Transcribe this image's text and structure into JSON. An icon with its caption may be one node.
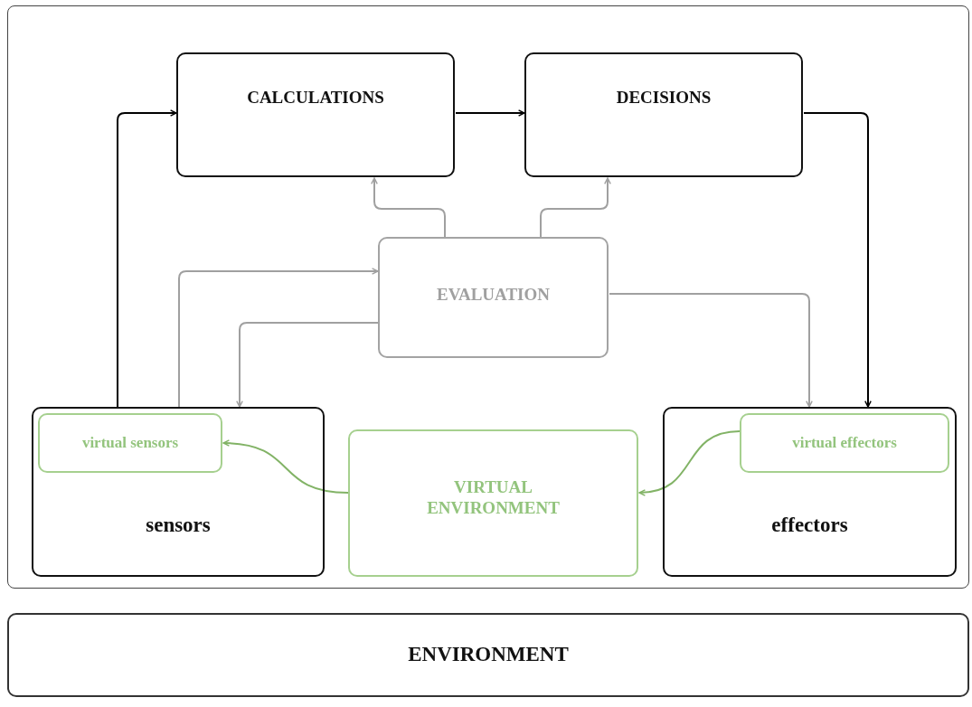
{
  "diagram": {
    "nodes": [
      {
        "text": [],
        "shape": "box"
      },
      {
        "text": [
          "CALCULATIONS"
        ],
        "in": 0
      },
      {
        "text": [
          "DECISIONS"
        ],
        "in": 0
      },
      {
        "text": [
          "EVALUATION"
        ],
        "in": 0
      },
      {
        "text": [
          "sensors"
        ],
        "in": 0
      },
      {
        "text": [
          "virtual sensors"
        ],
        "in": 4
      },
      {
        "text": [
          "VIRTUAL ENVIRONMENT"
        ],
        "in": 0
      },
      {
        "text": [
          "effectors"
        ],
        "in": 0
      },
      {
        "text": [
          "virtual effectors"
        ],
        "in": 7
      },
      {
        "text": [
          "ENVIRONMENT"
        ]
      }
    ],
    "edges": [
      {
        "from": 4,
        "to": 1,
        "arrow": "to",
        "color": "#000000"
      },
      {
        "from": 1,
        "to": 2,
        "arrow": "to",
        "color": "#000000"
      },
      {
        "from": 2,
        "to": 7,
        "arrow": "to",
        "color": "#000000"
      },
      {
        "from": 3,
        "to": 1,
        "arrow": "to"
      },
      {
        "from": 3,
        "to": 2,
        "arrow": "to"
      },
      {
        "from": 4,
        "to": 3,
        "arrow": "to"
      },
      {
        "from": 3,
        "to": 4,
        "arrow": "to"
      },
      {
        "from": 3,
        "to": 7,
        "arrow": "to"
      },
      {
        "from": 8,
        "to": 6,
        "arrow": "to",
        "color": "#82b366"
      },
      {
        "from": 6,
        "to": 5,
        "arrow": "to",
        "color": "#82b366"
      }
    ]
  }
}
